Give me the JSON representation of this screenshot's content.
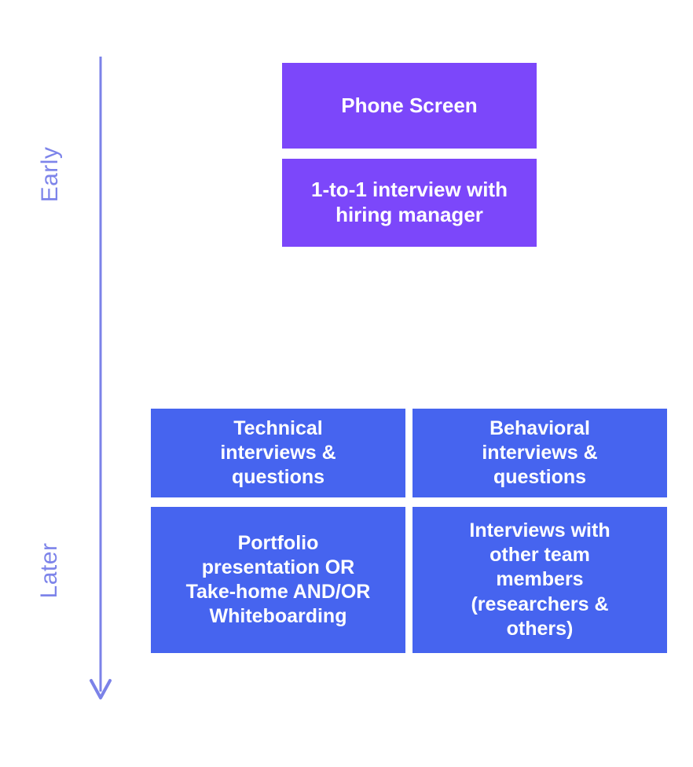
{
  "diagram": {
    "timeline": {
      "early_label": "Early",
      "later_label": "Later"
    },
    "colors": {
      "early_stage_box": "#7c47fa",
      "later_stage_box": "#4664ef",
      "arrow": "#7b82e8",
      "axis_label_text": "#7d84ea",
      "box_text": "#ffffff",
      "background": "#ffffff"
    },
    "early_stage": {
      "boxes": [
        {
          "label": "Phone Screen"
        },
        {
          "label": "1-to-1 interview with\nhiring manager"
        }
      ]
    },
    "later_stage": {
      "boxes": [
        {
          "label": "Technical\ninterviews &\nquestions"
        },
        {
          "label": "Behavioral\ninterviews &\nquestions"
        },
        {
          "label": "Portfolio\npresentation OR\nTake-home AND/OR\nWhiteboarding"
        },
        {
          "label": "Interviews with\nother team\nmembers\n(researchers &\nothers)"
        }
      ]
    }
  }
}
